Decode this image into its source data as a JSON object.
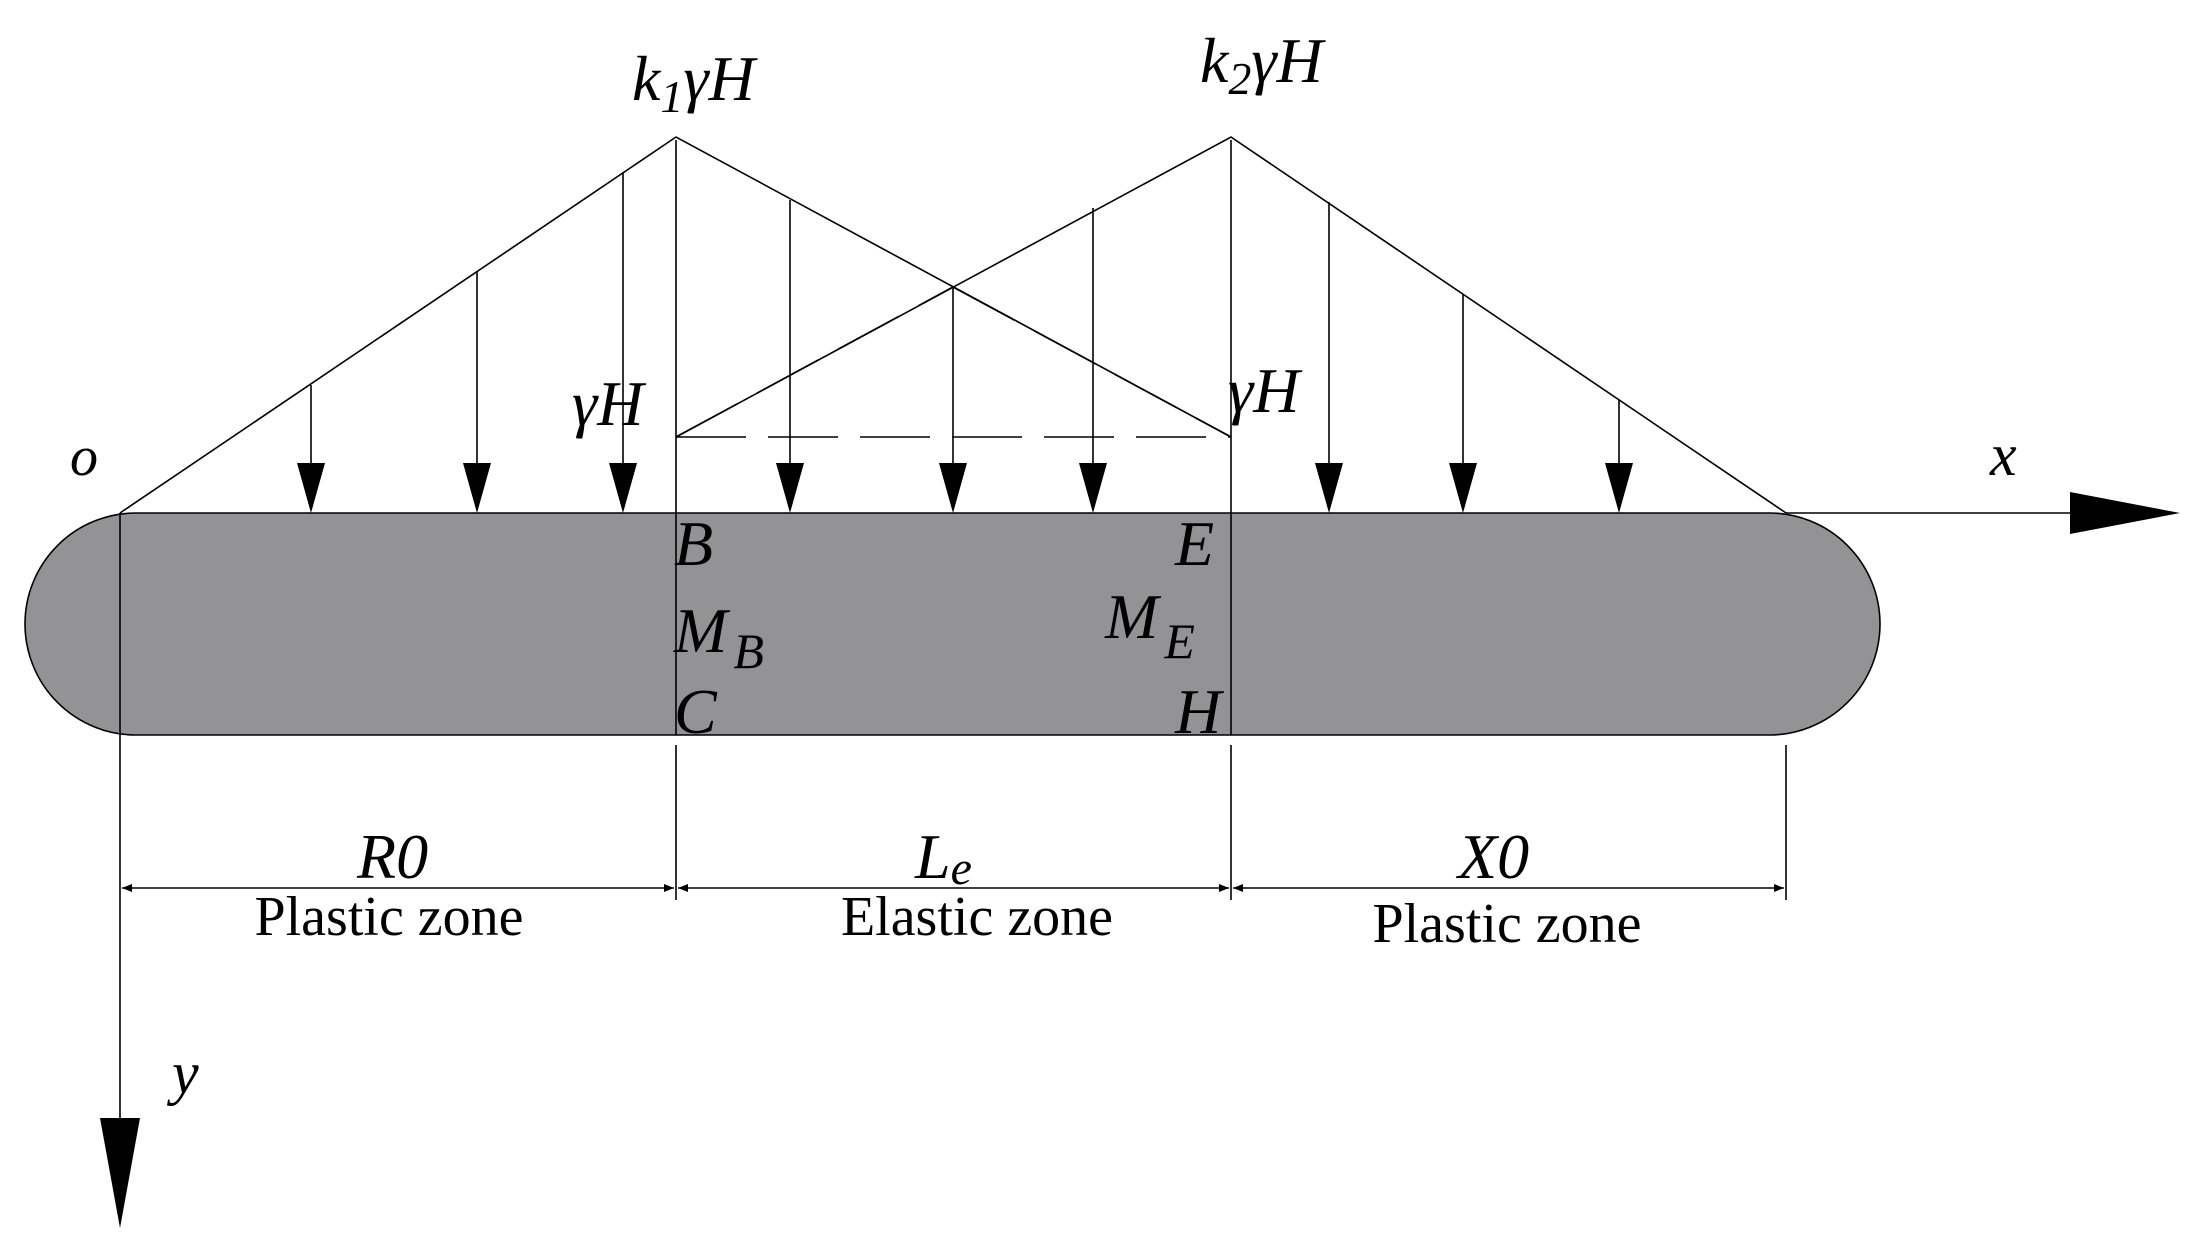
{
  "load_labels": {
    "peak_left": {
      "k": "k",
      "sub": "1",
      "rest": "γH"
    },
    "peak_right": {
      "k": "k",
      "sub": "2",
      "rest": "γH"
    },
    "base_left": "γH",
    "base_right": "γH"
  },
  "axes": {
    "origin": "o",
    "x": "x",
    "y": "y"
  },
  "points": {
    "B": "B",
    "C": "C",
    "E": "E",
    "H": "H",
    "MB": {
      "main": "M",
      "sub": "B"
    },
    "ME": {
      "main": "M",
      "sub": "E"
    }
  },
  "dimensions": [
    {
      "symbol": {
        "main": "R",
        "sub": "0"
      },
      "zone": "Plastic zone"
    },
    {
      "symbol": {
        "main": "L",
        "sub": "e"
      },
      "zone": "Elastic zone"
    },
    {
      "symbol": {
        "main": "X",
        "sub": "0"
      },
      "zone": "Plastic zone"
    }
  ],
  "colors": {
    "beam_fill": "#939396",
    "line": "#000000"
  }
}
